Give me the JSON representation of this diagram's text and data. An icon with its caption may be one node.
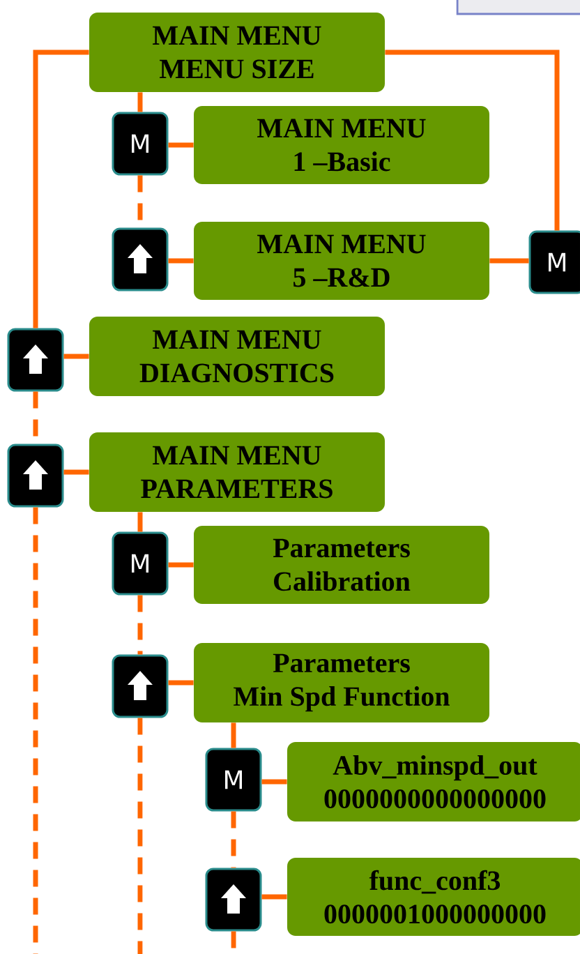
{
  "diagram": {
    "nodes": [
      {
        "text": [
          "MAIN MENU",
          "MENU SIZE"
        ]
      },
      {
        "text": [
          "M"
        ]
      },
      {
        "text": [
          "MAIN MENU",
          "1 –Basic"
        ]
      },
      {
        "text": [],
        "shape": "box"
      },
      {
        "text": [
          "MAIN MENU",
          "5 –R&D"
        ]
      },
      {
        "text": [
          "M"
        ]
      },
      {
        "text": [],
        "shape": "box"
      },
      {
        "text": [
          "MAIN MENU",
          "DIAGNOSTICS"
        ]
      },
      {
        "text": [],
        "shape": "box"
      },
      {
        "text": [
          "MAIN MENU",
          "PARAMETERS"
        ]
      },
      {
        "text": [
          "M"
        ]
      },
      {
        "text": [
          "Parameters",
          "Calibration"
        ]
      },
      {
        "text": [],
        "shape": "box"
      },
      {
        "text": [
          "Parameters",
          "Min Spd Function"
        ]
      },
      {
        "text": [
          "M"
        ]
      },
      {
        "text": [
          "Abv_minspd_out",
          "0000000000000000"
        ]
      },
      {
        "text": [],
        "shape": "box"
      },
      {
        "text": [
          "func_conf3",
          "0000001000000000"
        ]
      }
    ],
    "edges": [
      {
        "from": 0,
        "to": 6,
        "arrow": "none"
      },
      {
        "from": 0,
        "to": 5,
        "arrow": "none"
      },
      {
        "from": 5,
        "to": 4,
        "arrow": "none"
      },
      {
        "from": 0,
        "to": 1,
        "arrow": "none"
      },
      {
        "from": 1,
        "to": 2,
        "arrow": "none"
      },
      {
        "from": 1,
        "to": 3,
        "arrow": "none",
        "style": "dashed"
      },
      {
        "from": 3,
        "to": 4,
        "arrow": "none"
      },
      {
        "from": 6,
        "to": 7,
        "arrow": "none"
      },
      {
        "from": 6,
        "to": 8,
        "arrow": "none",
        "style": "dashed"
      },
      {
        "from": 8,
        "to": 9,
        "arrow": "none"
      },
      {
        "from": 8,
        "to": null,
        "arrow": "none",
        "style": "dashed"
      },
      {
        "from": 9,
        "to": 10,
        "arrow": "none"
      },
      {
        "from": 10,
        "to": 11,
        "arrow": "none"
      },
      {
        "from": 10,
        "to": 12,
        "arrow": "none",
        "style": "dashed"
      },
      {
        "from": 12,
        "to": 13,
        "arrow": "none"
      },
      {
        "from": 12,
        "to": null,
        "arrow": "none",
        "style": "dashed"
      },
      {
        "from": 13,
        "to": 14,
        "arrow": "none"
      },
      {
        "from": 14,
        "to": 15,
        "arrow": "none"
      },
      {
        "from": 14,
        "to": 16,
        "arrow": "none",
        "style": "dashed"
      },
      {
        "from": 16,
        "to": 17,
        "arrow": "none"
      },
      {
        "from": 16,
        "to": null,
        "arrow": "none",
        "style": "dashed"
      }
    ]
  }
}
